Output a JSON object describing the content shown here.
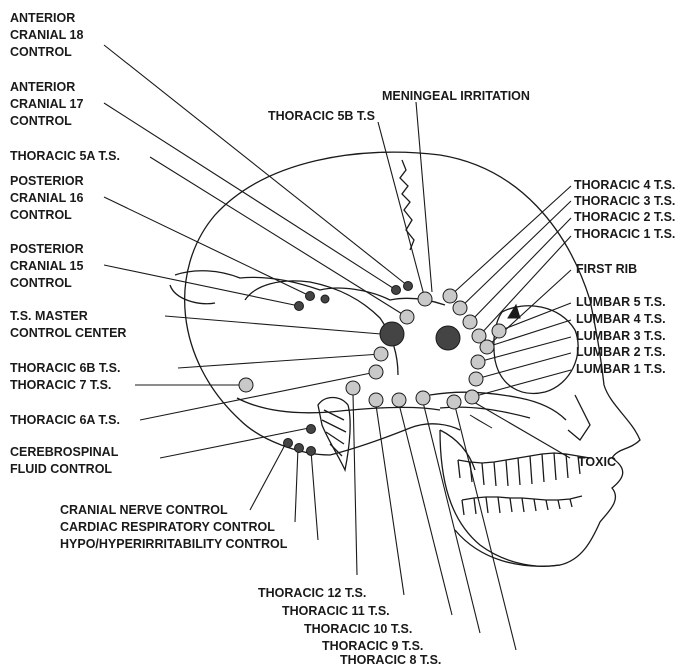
{
  "labels": {
    "anterior_cranial_18": [
      "ANTERIOR",
      "CRANIAL 18",
      "CONTROL"
    ],
    "anterior_cranial_17": [
      "ANTERIOR",
      "CRANIAL 17",
      "CONTROL"
    ],
    "thoracic_5a": "THORACIC 5A T.S.",
    "posterior_cranial_16": [
      "POSTERIOR",
      "CRANIAL 16",
      "CONTROL"
    ],
    "posterior_cranial_15": [
      "POSTERIOR",
      "CRANIAL 15",
      "CONTROL"
    ],
    "ts_master": [
      "T.S. MASTER",
      "CONTROL CENTER"
    ],
    "thoracic_6b": "THORACIC 6B T.S.",
    "thoracic_7": "THORACIC 7 T.S.",
    "thoracic_6a": "THORACIC 6A T.S.",
    "cerebrospinal": [
      "CEREBROSPINAL",
      "FLUID CONTROL"
    ],
    "cranial_nerve": "CRANIAL NERVE CONTROL",
    "cardiac_respiratory": "CARDIAC RESPIRATORY CONTROL",
    "hypo_hyper": "HYPO/HYPERIRRITABILITY CONTROL",
    "meningeal": "MENINGEAL IRRITATION",
    "thoracic_5b": "THORACIC 5B T.S",
    "thoracic_4": "THORACIC 4 T.S.",
    "thoracic_3": "THORACIC 3 T.S.",
    "thoracic_2": "THORACIC 2 T.S.",
    "thoracic_1": "THORACIC 1 T.S.",
    "first_rib": "FIRST RIB",
    "lumbar_5": "LUMBAR 5 T.S.",
    "lumbar_4": "LUMBAR 4 T.S.",
    "lumbar_3": "LUMBAR 3 T.S.",
    "lumbar_2": "LUMBAR 2 T.S.",
    "lumbar_1": "LUMBAR 1 T.S.",
    "toxic": "TOXIC",
    "thoracic_12": "THORACIC 12 T.S.",
    "thoracic_11": "THORACIC 11 T.S.",
    "thoracic_10": "THORACIC 10 T.S.",
    "thoracic_9": "THORACIC 9 T.S.",
    "thoracic_8": "THORACIC 8 T.S."
  },
  "colors": {
    "ink": "#1a1a1a",
    "light_point": "#c9c9c9",
    "dark_point": "#444444"
  }
}
